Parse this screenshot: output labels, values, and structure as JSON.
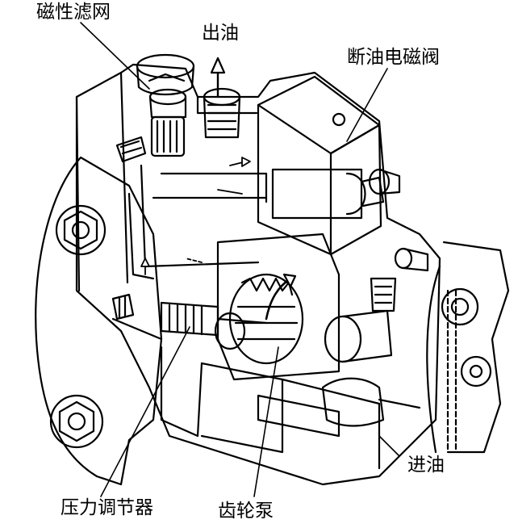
{
  "labels": {
    "magnetic_filter": "磁性滤网",
    "oil_outlet": "出油",
    "fuel_cutoff_solenoid": "断油电磁阀",
    "oil_inlet": "进油",
    "pressure_regulator": "压力调节器",
    "gear_pump": "齿轮泵"
  },
  "colors": {
    "line": "#000000",
    "background": "#ffffff"
  }
}
